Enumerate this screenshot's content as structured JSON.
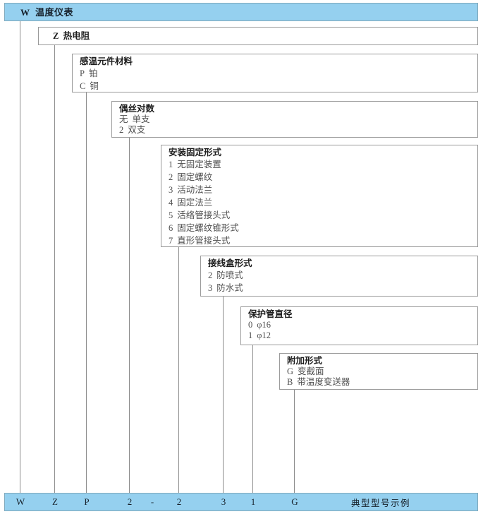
{
  "diagram": {
    "title_bar": {
      "code": "W",
      "label": "温度仪表"
    },
    "nodes": [
      {
        "name": "thermal-resistance",
        "title_code": "Z",
        "title_label": "热电阻",
        "inline_title": true,
        "options": []
      },
      {
        "name": "sensing-element-material",
        "title": "感温元件材料",
        "options": [
          {
            "code": "P",
            "label": "铂"
          },
          {
            "code": "C",
            "label": "铜"
          }
        ]
      },
      {
        "name": "wire-pair-count",
        "title": "偶丝对数",
        "options": [
          {
            "code": "无",
            "label": "单支"
          },
          {
            "code": "2",
            "label": "双支"
          }
        ]
      },
      {
        "name": "mounting-fixing-type",
        "title": "安装固定形式",
        "options": [
          {
            "code": "1",
            "label": "无固定装置"
          },
          {
            "code": "2",
            "label": "固定螺纹"
          },
          {
            "code": "3",
            "label": "活动法兰"
          },
          {
            "code": "4",
            "label": "固定法兰"
          },
          {
            "code": "5",
            "label": "活络管接头式"
          },
          {
            "code": "6",
            "label": "固定螺纹锥形式"
          },
          {
            "code": "7",
            "label": "直形管接头式"
          }
        ]
      },
      {
        "name": "junction-box-type",
        "title": "接线盒形式",
        "options": [
          {
            "code": "2",
            "label": "防喷式"
          },
          {
            "code": "3",
            "label": "防水式"
          }
        ]
      },
      {
        "name": "protection-tube-diameter",
        "title": "保护管直径",
        "options": [
          {
            "code": "0",
            "label": "φ16"
          },
          {
            "code": "1",
            "label": "φ12"
          }
        ]
      },
      {
        "name": "additional-type",
        "title": "附加形式",
        "options": [
          {
            "code": "G",
            "label": "变截面"
          },
          {
            "code": "B",
            "label": "带温度变送器"
          }
        ]
      }
    ],
    "bottom_bar": {
      "codes": [
        "W",
        "Z",
        "P",
        "2",
        "-",
        "2",
        "3",
        "1",
        "G"
      ],
      "example_label": "典型型号示例"
    },
    "colors": {
      "bar_fill": "#95d0ef",
      "bar_border": "#7fa9bd",
      "box_border": "#9a9a9a",
      "connector": "#8d8d8d",
      "title_text": "#1d1d1d",
      "option_text": "#4f4f4f"
    }
  }
}
